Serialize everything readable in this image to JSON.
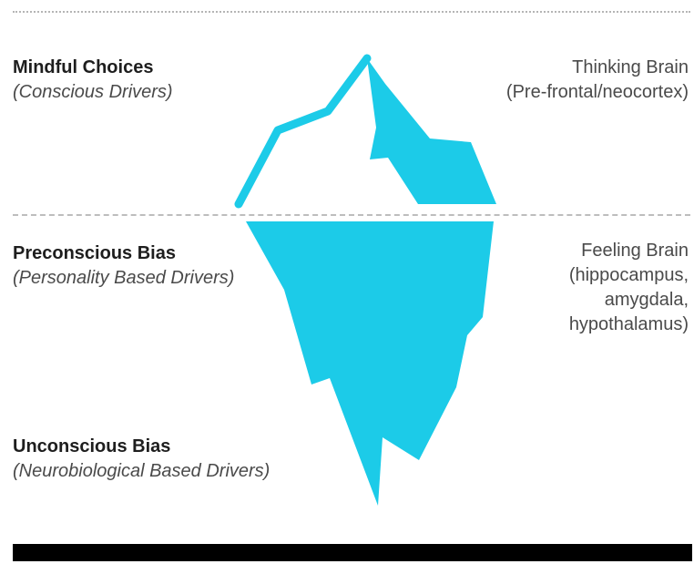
{
  "levels": {
    "conscious": {
      "title": "Mindful Choices",
      "subtitle": "(Conscious Drivers)",
      "brain": [
        "Thinking Brain",
        "(Pre-frontal/neocortex)"
      ]
    },
    "preconscious": {
      "title": "Preconscious Bias",
      "subtitle": "(Personality Based Drivers)",
      "brain": [
        "Feeling Brain",
        "(hippocampus,",
        "amygdala,",
        "hypothalamus)"
      ]
    },
    "unconscious": {
      "title": "Unconscious Bias",
      "subtitle": "(Neurobiological Based Drivers)"
    }
  },
  "colors": {
    "iceberg": "#1ccbe8",
    "bar": "#000000",
    "dividers": "#bdbdbd"
  }
}
